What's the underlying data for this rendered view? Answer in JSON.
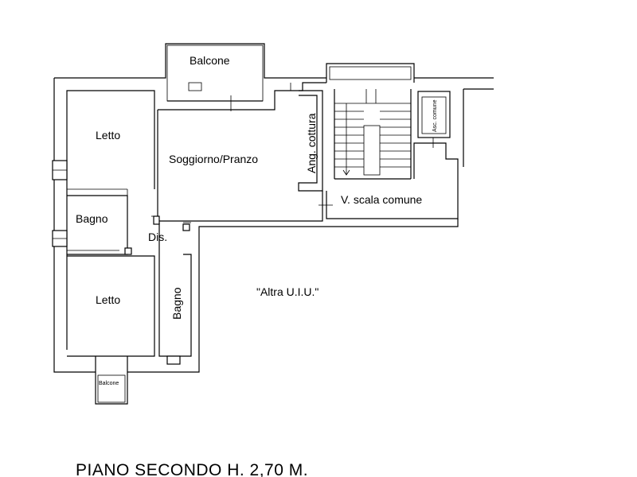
{
  "rooms": {
    "balcone_top": "Balcone",
    "letto_top": "Letto",
    "soggiorno": "Soggiorno/Pranzo",
    "angolo_cottura": "Ang. cottura",
    "bagno_small": "Bagno",
    "disimpegno": "Dis.",
    "letto_bottom": "Letto",
    "bagno_corridor": "Bagno",
    "altra_uiu": "\"Altra U.I.U.\"",
    "vano_scala": "V. scala comune",
    "ascensore": "Asc. comune",
    "balcone_bottom": "Balcone"
  },
  "footer": {
    "title": "PIANO SECONDO H. 2,70 M."
  }
}
